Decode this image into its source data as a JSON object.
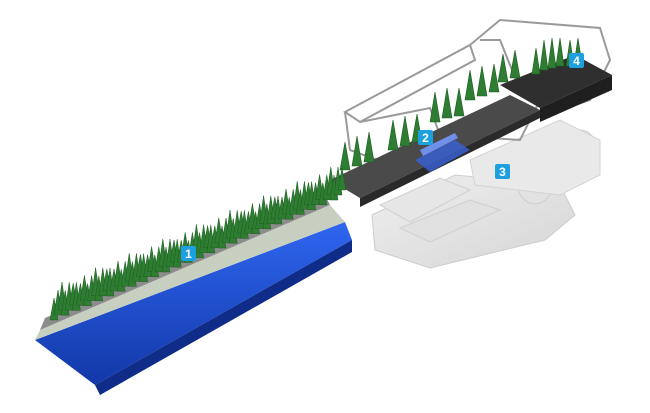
{
  "colors": {
    "background": "#ffffff",
    "badge": "#1e9fe0",
    "badge_text": "#ffffff",
    "conveyor_blue": "#1a4fd8",
    "plant_green": "#2e7d32",
    "plant_dark": "#1b5e20",
    "belt_grey": "#4a4a4a",
    "frame_grey": "#9a9a9a",
    "machine_ghost": "#d9d9d9"
  },
  "callouts": [
    {
      "id": "1",
      "label": "1",
      "target": "infeed-conveyor"
    },
    {
      "id": "2",
      "label": "2",
      "target": "gripper-transfer"
    },
    {
      "id": "3",
      "label": "3",
      "target": "machine-housing"
    },
    {
      "id": "4",
      "label": "4",
      "target": "outfeed-tray"
    }
  ]
}
